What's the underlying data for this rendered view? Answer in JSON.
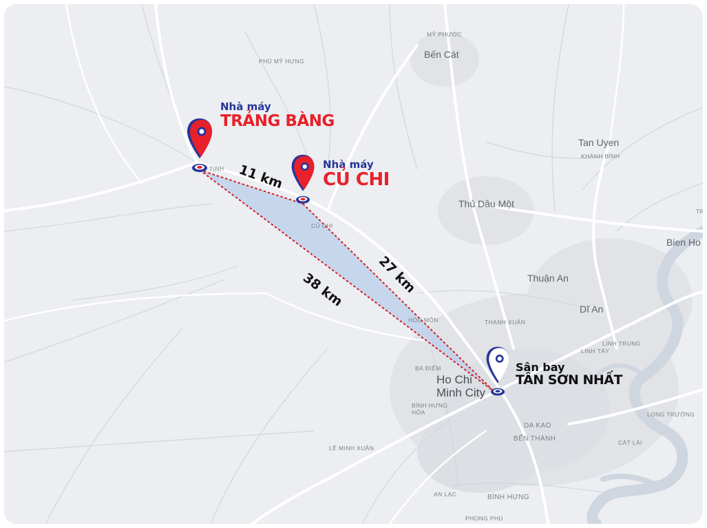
{
  "colors": {
    "pin_red": "#e8212a",
    "pin_blue": "#27359a",
    "label_dark": "#111111",
    "route": "#d42020",
    "triangle_fill": "#b9cdea"
  },
  "places": {
    "my_phuoc": "MỸ PHƯỚC",
    "ben_cat": "Bến Cát",
    "phu_my_hung": "PHÚ MỸ HƯNG",
    "tan_uyen": "Tan Uyen",
    "khanh_binh": "KHÁNH BÌNH",
    "tinh": "TỊNH",
    "cu_chi_small": "CỦ CHI",
    "thu_dau_mot": "Thủ Dầu Một",
    "bien_hoa": "Bien Ho",
    "tr": "TR",
    "thuan_an": "Thuận An",
    "di_an": "Dĩ An",
    "thanh_xuan": "THẠNH XUÂN",
    "hoc_mon": "HÓC MÔN",
    "linh_trung": "LINH TRUNG",
    "linh_tay": "LINH TÂY",
    "ba_diem": "BÀ ĐIỂM",
    "ho_chi_minh_city": "Ho Chi Minh City",
    "binh_hung_hoa": "BÌNH HƯNG HÒA",
    "da_kao": "DA KAO",
    "ben_thanh": "BẾN THÀNH",
    "long_truong": "LONG TRƯỜNG",
    "cat_lai": "CÁT LÁI",
    "le_minh_xuan": "LÊ MINH XUÂN",
    "an_lac": "AN LẠC",
    "binh_hung": "BÌNH HƯNG",
    "phong_phu": "PHONG PHÚ"
  },
  "markers": {
    "trang_bang": {
      "sub": "Nhà máy",
      "main": "TRẢNG BÀNG",
      "icon": "map-pin-icon"
    },
    "cu_chi": {
      "sub": "Nhà máy",
      "main": "CỦ CHI",
      "icon": "map-pin-icon"
    },
    "tan_son_nhat": {
      "sub": "Sân bay",
      "main": "TÂN SƠN NHẤT",
      "icon": "map-pin-icon"
    }
  },
  "distances": {
    "trang_bang_cu_chi": "11 km",
    "cu_chi_tan_son_nhat": "27 km",
    "trang_bang_tan_son_nhat": "38 km"
  }
}
